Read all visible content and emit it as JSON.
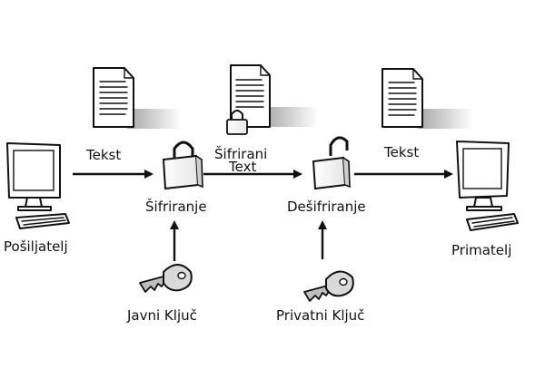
{
  "labels": {
    "sender": "Pošiljatelj",
    "receiver": "Primatelj",
    "text_left": "Tekst",
    "text_right": "Tekst",
    "ciphertext_line1": "Šifrirani",
    "ciphertext_line2": "Text",
    "encryption": "Šifriranje",
    "decryption": "Dešifriranje",
    "public_key": "Javni Ključ",
    "private_key": "Privatni Ključ"
  },
  "icons": {
    "sender_computer": "computer-icon",
    "receiver_computer": "computer-icon",
    "document_plain": "document-icon",
    "document_encrypted": "encrypted-document-icon",
    "document_received": "document-icon",
    "lock_closed": "closed-padlock-icon",
    "lock_open": "open-padlock-icon",
    "public_key": "key-icon",
    "private_key": "key-icon"
  }
}
